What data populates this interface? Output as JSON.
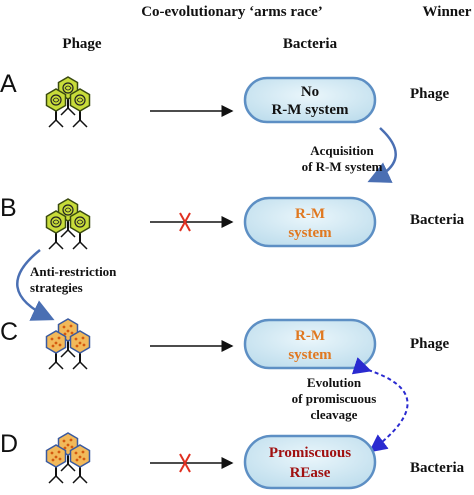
{
  "header": {
    "title": "Co-evolutionary ‘arms race’",
    "winner_col": "Winner",
    "phage_col": "Phage",
    "bacteria_col": "Bacteria"
  },
  "rows": [
    {
      "letter": "A",
      "pill_lines": [
        "No",
        "R-M system"
      ],
      "pill_color": "#111111",
      "blocked": false,
      "winner": "Phage"
    },
    {
      "letter": "B",
      "pill_lines": [
        "R-M",
        "system"
      ],
      "pill_color": "#e07820",
      "blocked": true,
      "winner": "Bacteria"
    },
    {
      "letter": "C",
      "pill_lines": [
        "R-M",
        "system"
      ],
      "pill_color": "#e07820",
      "blocked": false,
      "winner": "Phage"
    },
    {
      "letter": "D",
      "pill_lines": [
        "Promiscuous",
        "REase"
      ],
      "pill_color": "#a01010",
      "blocked": true,
      "winner": "Bacteria"
    }
  ],
  "transitions": {
    "acquisition": [
      "Acquisition",
      "of R-M system"
    ],
    "anti_restriction": [
      "Anti-restriction",
      "strategies"
    ],
    "evolution": [
      "Evolution",
      "of promiscuous",
      "cleavage"
    ]
  },
  "colors": {
    "pill_fill": "#cfe7f3",
    "pill_stroke": "#5d8fc4",
    "arrow_curve": "#4a6fb3",
    "arrow_dashed": "#2a2ad0",
    "block_x": "#e03020",
    "phage_a_head": "#c8dc3a",
    "phage_c_head": "#f2b95a"
  }
}
